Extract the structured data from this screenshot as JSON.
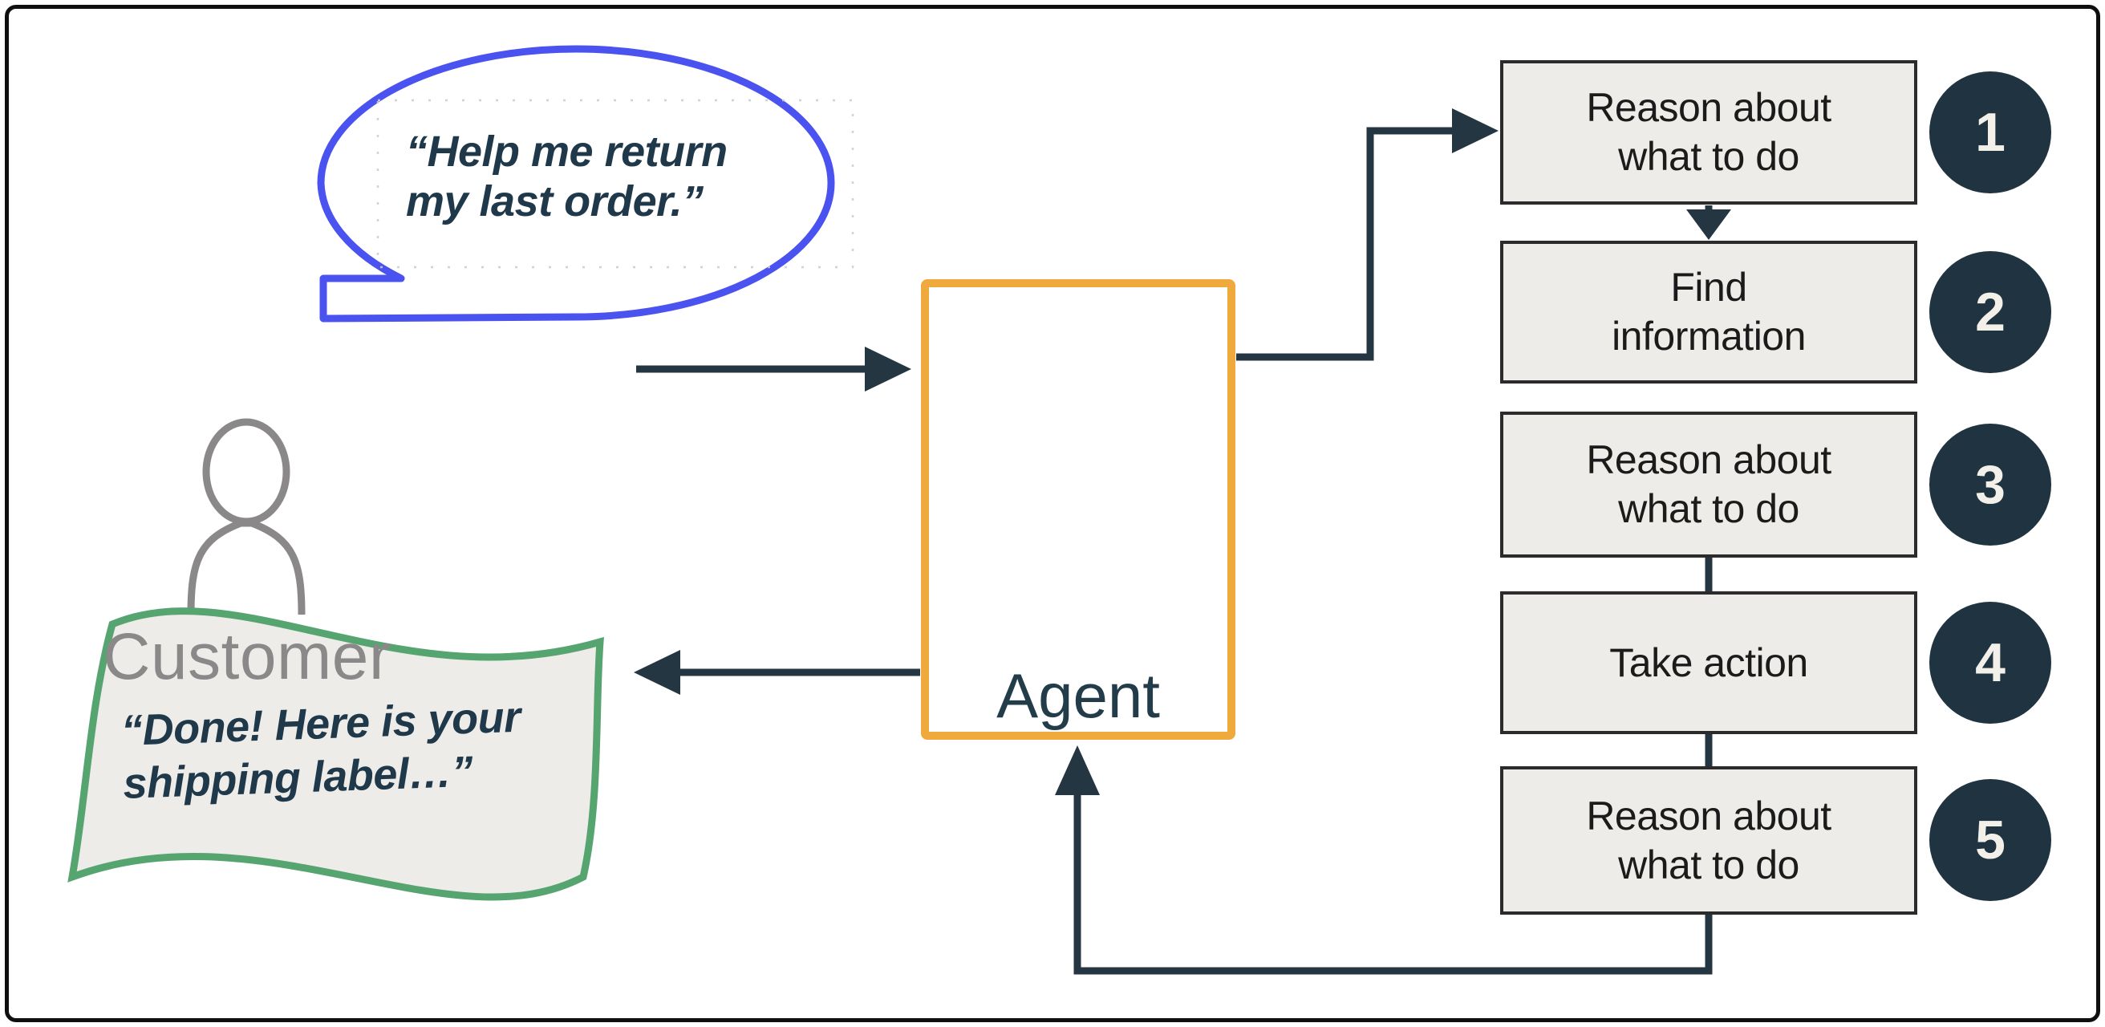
{
  "diagram": {
    "title_hint": "Customer request handled by an agent loop",
    "customer": {
      "bubble_text": "“Help me return\nmy last order.”",
      "label": "Customer"
    },
    "banner": {
      "text": "“Done! Here is your\nshipping label…”"
    },
    "agent": {
      "label": "Agent"
    },
    "steps": [
      {
        "number": "1",
        "label": "Reason about\nwhat to do"
      },
      {
        "number": "2",
        "label": "Find\ninformation"
      },
      {
        "number": "3",
        "label": "Reason about\nwhat to do"
      },
      {
        "number": "4",
        "label": "Take action"
      },
      {
        "number": "5",
        "label": "Reason about\nwhat to do"
      }
    ],
    "colors": {
      "bubble_blue": "#4a52ef",
      "agent_orange": "#f0a93c",
      "banner_green": "#56a571",
      "connector_dark": "#243642",
      "quote_navy": "#20394a",
      "box_fill": "#edece8",
      "box_border": "#2b2b2b",
      "badge_fill": "#1f3440",
      "badge_text": "#f3f0ea",
      "gray_text": "#8a8888"
    }
  }
}
